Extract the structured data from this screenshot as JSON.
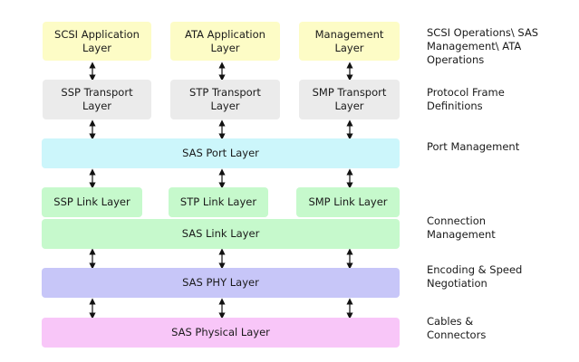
{
  "layers": {
    "scsi_app": "SCSI Application Layer",
    "ata_app": "ATA Application Layer",
    "mgmt": "Management Layer",
    "ssp_transport": "SSP Transport Layer",
    "stp_transport": "STP Transport Layer",
    "smp_transport": "SMP Transport Layer",
    "sas_port": "SAS Port Layer",
    "ssp_link": "SSP Link Layer",
    "stp_link": "STP Link Layer",
    "smp_link": "SMP Link Layer",
    "sas_link": "SAS Link Layer",
    "sas_phy": "SAS PHY Layer",
    "sas_physical": "SAS Physical Layer"
  },
  "descriptions": {
    "operations": "SCSI Operations\\ SAS Management\\ ATA Operations",
    "protocol_frame": "Protocol Frame Definitions",
    "port_management": "Port Management",
    "connection_management": "Connection Management",
    "encoding": "Encoding & Speed Negotiation",
    "cables": "Cables & Connectors"
  },
  "colors": {
    "application": "#fdfcc6",
    "transport": "#ebebeb",
    "port": "#ccf6fb",
    "link": "#c6f9cc",
    "phy": "#c7c6f8",
    "physical": "#f8c6f8"
  }
}
